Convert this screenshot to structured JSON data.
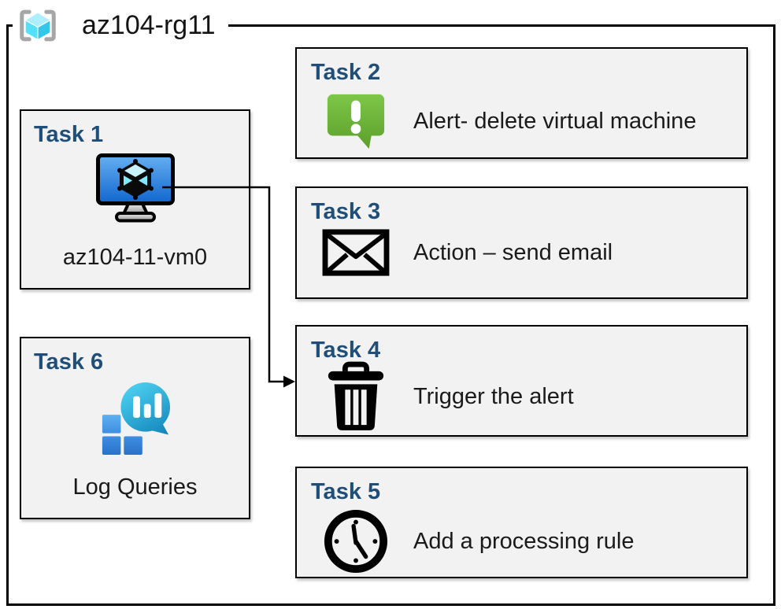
{
  "diagram": {
    "title": "az104-rg11",
    "tasks": [
      {
        "heading": "Task 1",
        "label": "az104-11-vm0",
        "icon": "virtual-machine-icon"
      },
      {
        "heading": "Task 2",
        "label": "Alert- delete virtual machine",
        "icon": "alert-message-icon"
      },
      {
        "heading": "Task 3",
        "label": "Action – send email",
        "icon": "email-envelope-icon"
      },
      {
        "heading": "Task 4",
        "label": "Trigger the alert",
        "icon": "trash-icon"
      },
      {
        "heading": "Task 5",
        "label": "Add a processing rule",
        "icon": "clock-icon"
      },
      {
        "heading": "Task 6",
        "label": "Log Queries",
        "icon": "log-analytics-icon"
      }
    ],
    "connector": {
      "from": "Task 1",
      "to": "Task 4"
    },
    "colors": {
      "heading_blue": "#1E4E79",
      "box_background": "#F2F2F2",
      "border_black": "#000000",
      "alert_green": "#6FBA3C",
      "vm_screen_blue": "#1E7BE0",
      "log_teal": "#2BB3DC",
      "log_square_blue": "#3E8EE2",
      "rg_cube_cyan": "#50E6FF",
      "rg_bracket_gray": "#A6A6A6"
    }
  }
}
